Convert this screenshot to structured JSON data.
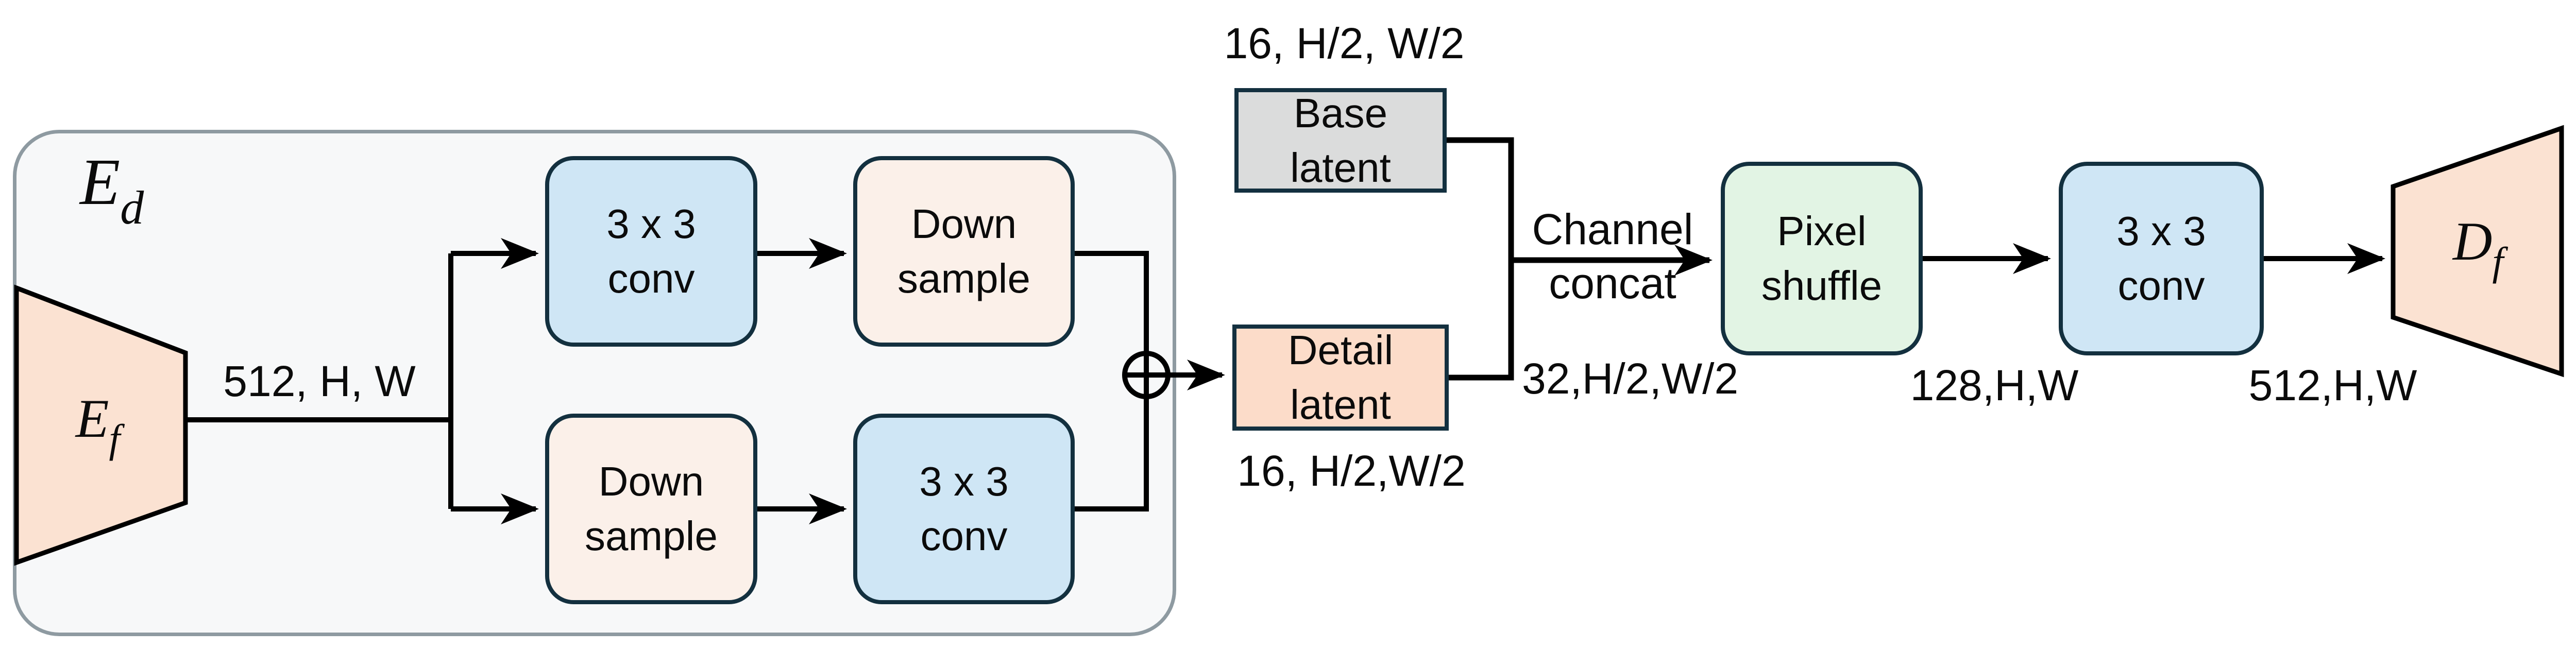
{
  "diagram": {
    "group": {
      "encoder_label": {
        "main": "E",
        "sub": "d"
      }
    },
    "trapezoids": {
      "feature_encoder": {
        "main": "E",
        "sub": "f"
      },
      "feature_decoder": {
        "main": "D",
        "sub": "f"
      }
    },
    "boxes": {
      "conv_top": "3 x 3\nconv",
      "down_top": "Down\nsample",
      "down_bottom": "Down\nsample",
      "conv_bottom": "3 x 3\nconv",
      "base_latent": "Base\nlatent",
      "detail_latent": "Detail\nlatent",
      "pixel_shuffle": "Pixel\nshuffle",
      "conv_right": "3 x 3\nconv"
    },
    "labels": {
      "encoder_out_dim": "512, H, W",
      "base_latent_dim": "16, H/2, W/2",
      "detail_latent_dim": "16, H/2,W/2",
      "concat_out_dim": "32,H/2,W/2",
      "channel": "Channel",
      "concat": "concat",
      "shuffle_out_dim": "128,H,W",
      "conv_out_dim": "512,H,W"
    },
    "colors": {
      "conv_box_fill": "#cfe6f5",
      "downsample_box_fill": "#fbf0e9",
      "pixel_shuffle_fill": "#e2f4e4",
      "base_latent_fill": "#dbdcdc",
      "detail_latent_fill": "#fcdcc9",
      "trapezoid_fill": "#fbe2d2",
      "box_border": "#13303f",
      "group_border": "#8e9aa1",
      "group_fill": "#f7f8f9",
      "line_color": "#000000"
    }
  }
}
